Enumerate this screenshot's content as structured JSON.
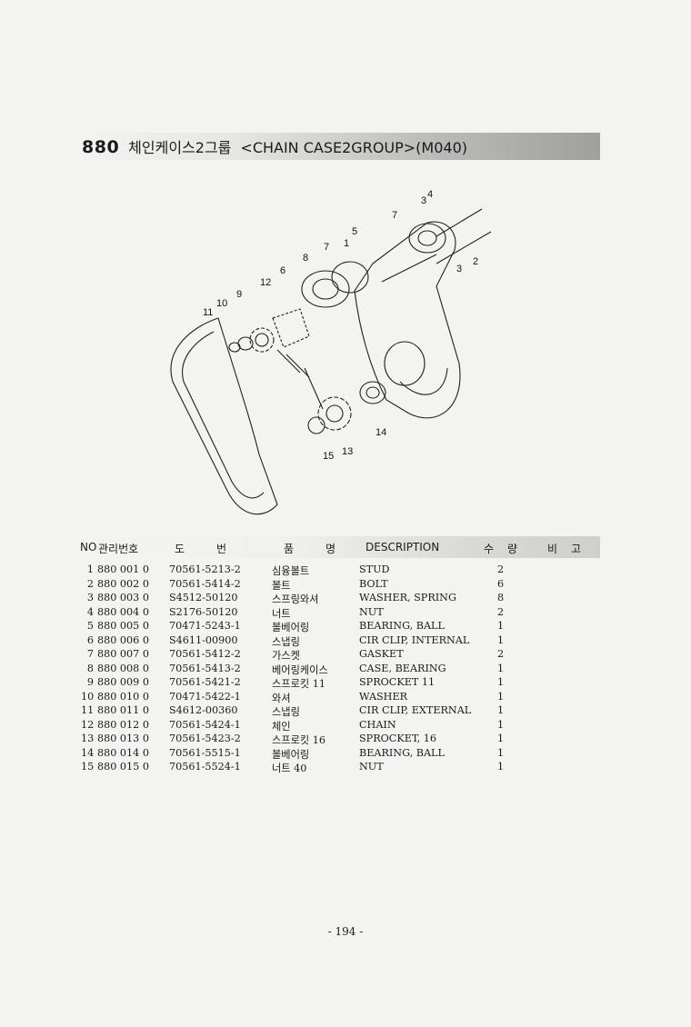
{
  "section": {
    "number": "880",
    "title_korean": "체인케이스2그룹",
    "title_english": "<CHAIN CASE2GROUP>(M040)"
  },
  "diagram": {
    "callouts": [
      "1",
      "2",
      "3",
      "4",
      "5",
      "6",
      "7",
      "8",
      "9",
      "10",
      "11",
      "12",
      "13",
      "14",
      "15",
      "3",
      "7"
    ]
  },
  "table": {
    "headers": {
      "no": "NO",
      "code": "관리번호",
      "part_a": "도",
      "part_b": "번",
      "name_a": "품",
      "name_b": "명",
      "desc": "DESCRIPTION",
      "qty_a": "수",
      "qty_b": "량",
      "rem_a": "비",
      "rem_b": "고"
    },
    "rows": [
      {
        "no": "1",
        "code": "880 001 0",
        "part": "70561-5213-2",
        "kor": "심융볼트",
        "desc": "STUD",
        "qty": "2"
      },
      {
        "no": "2",
        "code": "880 002 0",
        "part": "70561-5414-2",
        "kor": "볼트",
        "desc": "BOLT",
        "qty": "6"
      },
      {
        "no": "3",
        "code": "880 003 0",
        "part": "S4512-50120",
        "kor": "스프링와셔",
        "desc": "WASHER, SPRING",
        "qty": "8"
      },
      {
        "no": "4",
        "code": "880 004 0",
        "part": "S2176-50120",
        "kor": "너트",
        "desc": "NUT",
        "qty": "2"
      },
      {
        "no": "5",
        "code": "880 005 0",
        "part": "70471-5243-1",
        "kor": "볼베어링",
        "desc": "BEARING, BALL",
        "qty": "1"
      },
      {
        "no": "6",
        "code": "880 006 0",
        "part": "S4611-00900",
        "kor": "스냅링",
        "desc": "CIR CLIP, INTERNAL",
        "qty": "1"
      },
      {
        "no": "7",
        "code": "880 007 0",
        "part": "70561-5412-2",
        "kor": "가스켓",
        "desc": "GASKET",
        "qty": "2"
      },
      {
        "no": "8",
        "code": "880 008 0",
        "part": "70561-5413-2",
        "kor": "베어링케이스",
        "desc": "CASE, BEARING",
        "qty": "1"
      },
      {
        "no": "9",
        "code": "880 009 0",
        "part": "70561-5421-2",
        "kor": "스프로킷 11",
        "desc": "SPROCKET 11",
        "qty": "1"
      },
      {
        "no": "10",
        "code": "880 010 0",
        "part": "70471-5422-1",
        "kor": "와셔",
        "desc": "WASHER",
        "qty": "1"
      },
      {
        "no": "11",
        "code": "880 011 0",
        "part": "S4612-00360",
        "kor": "스냅링",
        "desc": "CIR CLIP, EXTERNAL",
        "qty": "1"
      },
      {
        "no": "12",
        "code": "880 012 0",
        "part": "70561-5424-1",
        "kor": "체인",
        "desc": "CHAIN",
        "qty": "1"
      },
      {
        "no": "13",
        "code": "880 013 0",
        "part": "70561-5423-2",
        "kor": "스프로킷 16",
        "desc": "SPROCKET, 16",
        "qty": "1"
      },
      {
        "no": "14",
        "code": "880 014 0",
        "part": "70561-5515-1",
        "kor": "볼베어링",
        "desc": "BEARING, BALL",
        "qty": "1"
      },
      {
        "no": "15",
        "code": "880 015 0",
        "part": "70561-5524-1",
        "kor": "너트 40",
        "desc": "NUT",
        "qty": "1"
      }
    ]
  },
  "footer": {
    "page": "- 194 -"
  }
}
